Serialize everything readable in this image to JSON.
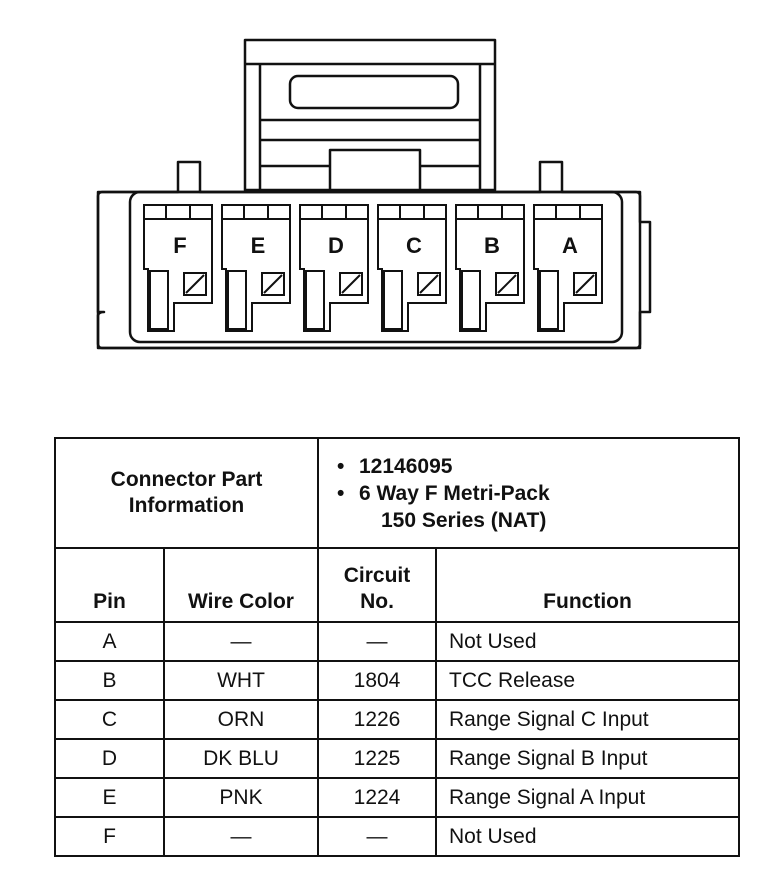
{
  "connector": {
    "pin_labels": [
      "F",
      "E",
      "D",
      "C",
      "B",
      "A"
    ]
  },
  "info": {
    "title_line1": "Connector Part",
    "title_line2": "Information",
    "bullet": "•",
    "part_number": "12146095",
    "connector_type_line1": "6 Way F Metri-Pack",
    "connector_type_line2": "150 Series (NAT)"
  },
  "headers": {
    "pin": "Pin",
    "wire_color": "Wire Color",
    "circuit_line1": "Circuit",
    "circuit_line2": "No.",
    "function": "Function"
  },
  "rows": [
    {
      "pin": "A",
      "wire": "—",
      "circuit": "—",
      "function": "Not Used"
    },
    {
      "pin": "B",
      "wire": "WHT",
      "circuit": "1804",
      "function": "TCC Release"
    },
    {
      "pin": "C",
      "wire": "ORN",
      "circuit": "1226",
      "function": "Range Signal C Input"
    },
    {
      "pin": "D",
      "wire": "DK BLU",
      "circuit": "1225",
      "function": "Range Signal B Input"
    },
    {
      "pin": "E",
      "wire": "PNK",
      "circuit": "1224",
      "function": "Range Signal A Input"
    },
    {
      "pin": "F",
      "wire": "—",
      "circuit": "—",
      "function": "Not Used"
    }
  ]
}
